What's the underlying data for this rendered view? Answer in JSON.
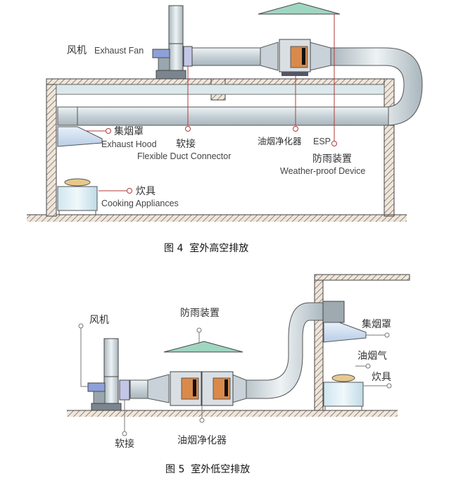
{
  "figure4": {
    "caption": "图 4  室外高空排放",
    "labels": {
      "fan_cn": "风机",
      "fan_en": "Exhaust Fan",
      "hood_cn": "集烟罩",
      "hood_en": "Exhaust Hood",
      "connector_cn": "软接",
      "connector_en": "Flexible Duct Connector",
      "esp_cn": "油烟净化器",
      "esp_en": "ESP",
      "rain_cn": "防雨装置",
      "rain_en": "Weather-proof Device",
      "cooker_cn": "炊具",
      "cooker_en": "Cooking Appliances"
    }
  },
  "figure5": {
    "caption": "图 5  室外低空排放",
    "labels": {
      "fan_cn": "风机",
      "rain_cn": "防雨装置",
      "hood_cn": "集烟罩",
      "fume_cn": "油烟气",
      "cooker_cn": "炊具",
      "connector_cn": "软接",
      "esp_cn": "油烟净化器"
    }
  },
  "colors": {
    "duct": "#c9d3d8",
    "wall_hatch": "#8a7a6a",
    "esp_door": "#d98a4a",
    "rain_cap": "#9fd6c2",
    "leader_line": "#b03a3a",
    "fan_blue": "#8ea0d8"
  }
}
